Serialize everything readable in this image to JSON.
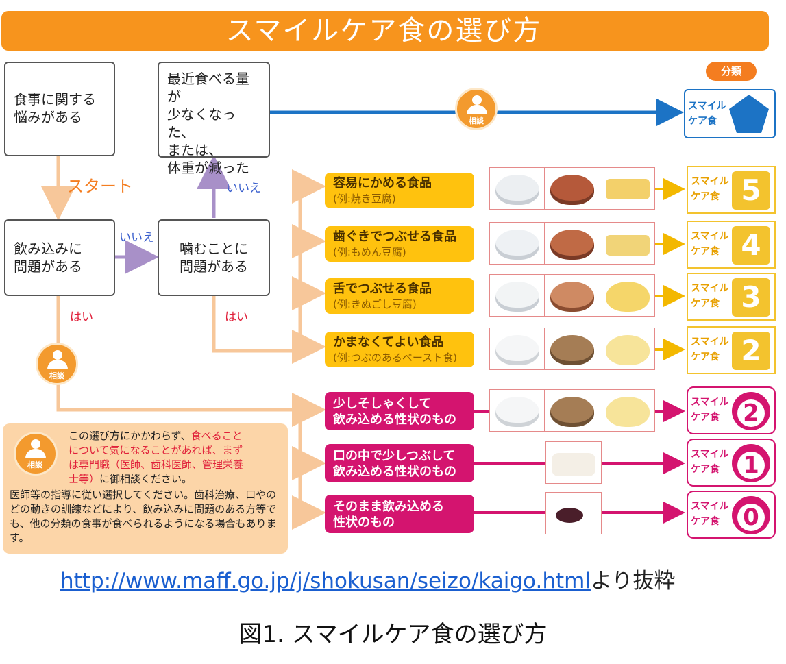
{
  "title": "スマイルケア食の選び方",
  "classification_label": "分類",
  "questions": {
    "concern": [
      "食事に関する",
      "悩みがある"
    ],
    "appetite": [
      "最近食べる量が",
      "少なくなった、",
      "または、",
      "体重が減った"
    ],
    "swallow": [
      "飲み込みに",
      "問題がある"
    ],
    "chew": [
      "噛むことに",
      "問題がある"
    ]
  },
  "flow_labels": {
    "start": "スタート",
    "no": "いいえ",
    "yes": "はい",
    "consult": "相談"
  },
  "smile_care_label": [
    "スマイル",
    "ケア食"
  ],
  "categories": [
    {
      "title": "容易にかめる食品",
      "example": "(例:焼き豆腐)",
      "code": "5",
      "color": "yellow"
    },
    {
      "title": "歯ぐきでつぶせる食品",
      "example": "(例:もめん豆腐)",
      "code": "4",
      "color": "yellow"
    },
    {
      "title": "舌でつぶせる食品",
      "example": "(例:きぬごし豆腐)",
      "code": "3",
      "color": "yellow"
    },
    {
      "title": "かまなくてよい食品",
      "example": "(例:つぶのあるペースト食)",
      "code": "2",
      "color": "yellow"
    },
    {
      "title": "少しそしゃくして",
      "title2": "飲み込める性状のもの",
      "code": "2",
      "color": "pink"
    },
    {
      "title": "口の中で少しつぶして",
      "title2": "飲み込める性状のもの",
      "code": "1",
      "color": "pink"
    },
    {
      "title": "そのまま飲み込める",
      "title2": "性状のもの",
      "code": "0",
      "color": "pink"
    }
  ],
  "note": {
    "line1_black": "この選び方にかかわらず、",
    "line1_red": "食べること",
    "line2_red": "について気になることがあれば、まず",
    "line3_red": "は専門職（医師、歯科医師、管理栄養",
    "line4_red": "士等）",
    "line4_black": "に御相談ください。",
    "para2": "医師等の指導に従い選択してください。歯科治療、口やのどの動きの訓練などにより、飲み込みに問題のある方等でも、他の分類の食事が食べられるようになる場合もあります。"
  },
  "source": {
    "url": "http://www.maff.go.jp/j/shokusan/seizo/kaigo.html",
    "suffix": "より抜粋"
  },
  "caption": "図1. スマイルケア食の選び方",
  "colors": {
    "orange": "#f7941d",
    "blue_arrow": "#1c73c5",
    "yellow": "#ffc20e",
    "pink": "#d4146f",
    "peach_line": "#f7c79a",
    "purple_line": "#a890c8"
  }
}
